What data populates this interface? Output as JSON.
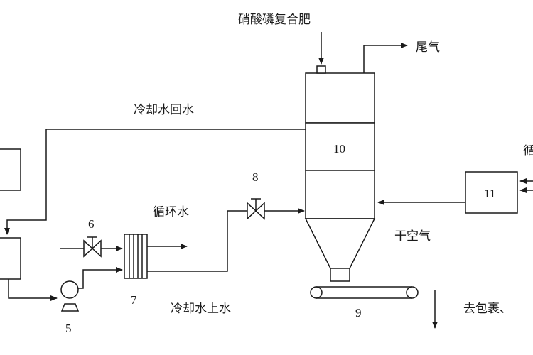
{
  "labels": {
    "feed": "硝酸磷复合肥",
    "tail_gas": "尾气",
    "cooling_return": "冷却水回水",
    "circulating_water": "循环水",
    "cooling_supply": "冷却水上水",
    "dry_air": "干空气",
    "to_packaging": "去包裹、",
    "cut_char": "循"
  },
  "numbers": {
    "n5": "5",
    "n6": "6",
    "n7": "7",
    "n8": "8",
    "n9": "9",
    "n10": "10",
    "n11": "11"
  }
}
